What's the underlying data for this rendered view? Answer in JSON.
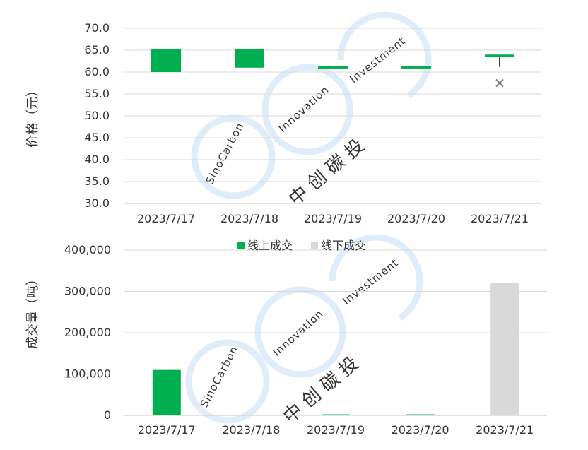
{
  "colors": {
    "online": "#00b050",
    "offline": "#d9d9d9",
    "grid": "#d9d9d9",
    "marker": "#7f7f7f",
    "whisker": "#000000",
    "watermark_ring": "#d6e9f8",
    "watermark_text_en": "#f2c9c9",
    "watermark_text_inv": "#cfe3f3",
    "watermark_text_cn": "#d4e5f3"
  },
  "watermark": {
    "en": "SinoCarbon",
    "innovation": "Innovation",
    "investment": "Investment",
    "cn": "中 创 碳 投"
  },
  "chart_data": [
    {
      "type": "box",
      "ylabel": "价格（元）",
      "ylim": [
        30,
        70
      ],
      "yticks": [
        "30.0",
        "35.0",
        "40.0",
        "45.0",
        "50.0",
        "55.0",
        "60.0",
        "65.0",
        "70.0"
      ],
      "categories": [
        "2023/7/17",
        "2023/7/18",
        "2023/7/19",
        "2023/7/20",
        "2023/7/21"
      ],
      "boxes": [
        {
          "low": 60.0,
          "high": 65.2
        },
        {
          "low": 61.0,
          "high": 65.2
        },
        {
          "low": 61.0,
          "high": 61.3
        },
        {
          "low": 61.0,
          "high": 61.3
        },
        {
          "low": 63.4,
          "high": 64.0
        }
      ],
      "whiskers": [
        null,
        null,
        null,
        null,
        {
          "low": 61.2,
          "high": 63.4
        }
      ],
      "outliers": [
        null,
        null,
        null,
        null,
        57.5
      ],
      "grid": true
    },
    {
      "type": "bar",
      "ylabel": "成交量（吨）",
      "ylim": [
        0,
        400000
      ],
      "yticks": [
        "0",
        "100,000",
        "200,000",
        "300,000",
        "400,000"
      ],
      "categories": [
        "2023/7/17",
        "2023/7/18",
        "2023/7/19",
        "2023/7/20",
        "2023/7/21"
      ],
      "legend_position": "top",
      "series": [
        {
          "name": "线上成交",
          "values": [
            110000,
            0,
            500,
            2500,
            0
          ]
        },
        {
          "name": "线下成交",
          "values": [
            0,
            0,
            0,
            0,
            320000
          ]
        }
      ],
      "grid": true
    }
  ]
}
